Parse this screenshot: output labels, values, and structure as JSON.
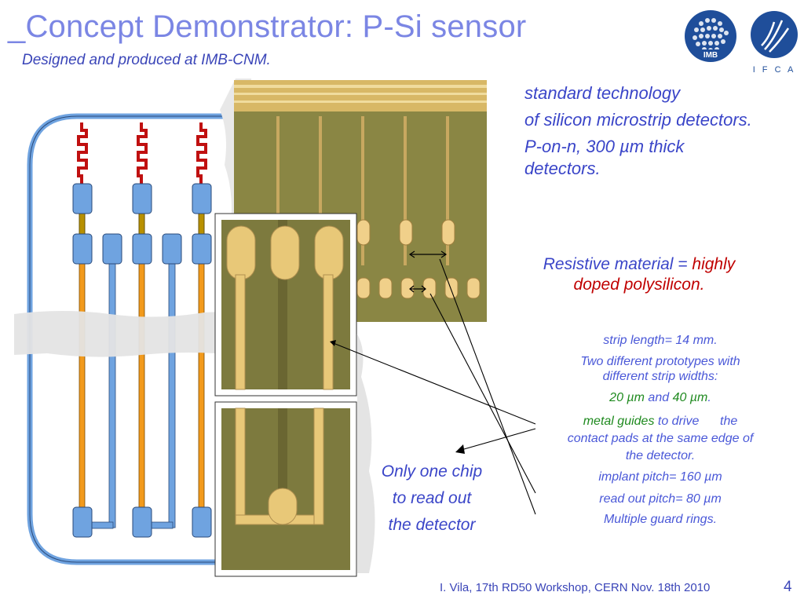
{
  "slide": {
    "title": "_Concept Demonstrator: P-Si sensor",
    "subtitle": "Designed and produced at IMB-CNM."
  },
  "logos": {
    "imb": {
      "label": "IMB",
      "color": "#1f4e9a"
    },
    "ifca": {
      "label": "I F C A",
      "color": "#1f4e9a"
    }
  },
  "description": {
    "line1": "standard technology",
    "line2": "of silicon microstrip detectors.",
    "line3": "P-on-n, 300 µm thick",
    "line4": "detectors."
  },
  "resistive": {
    "prefix": "Resistive material = ",
    "highlight1": "highly",
    "highlight2": "doped polysilicon",
    "suffix": "."
  },
  "specs": {
    "strip_length": "strip length= 14 mm.",
    "prototypes_line1": "Two different prototypes with",
    "prototypes_line2": "different strip widths:",
    "width1": "20 µm",
    "and_word": " and ",
    "width2": "40 µm",
    "period": ".",
    "guides_green": "metal guides",
    "guides_rest1": " to drive      the",
    "guides_line2": "contact pads at the same edge of",
    "guides_line3": "the detector.",
    "implant_pitch": "implant pitch= 160 µm",
    "readout_pitch": "read out pitch= 80 µm",
    "guard_rings": "Multiple guard rings."
  },
  "chip_note": {
    "line1": "Only one chip",
    "line2": "to read out",
    "line3": "the detector"
  },
  "footer": {
    "credit": "I. Vila, 17th RD50 Workshop, CERN  Nov. 18th 2010",
    "page": "4"
  },
  "colors": {
    "title": "#7b86e4",
    "text_blue": "#3a45c8",
    "highlight_red": "#c00000",
    "highlight_green": "#1f8a1f",
    "schematic_blue": "#6fa3e0",
    "schematic_orange": "#f29a1c",
    "resistor_red": "#c01010",
    "micrograph_green": "#7d7a3e",
    "pad_gold": "#e8c878"
  }
}
